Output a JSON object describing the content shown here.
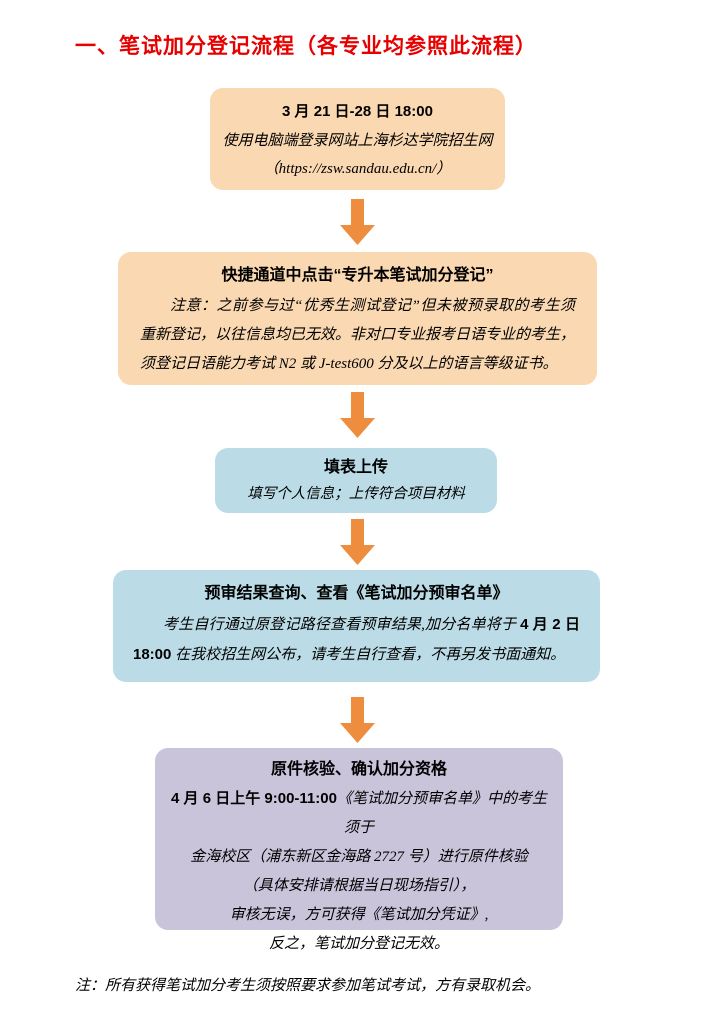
{
  "page": {
    "title": "一、笔试加分登记流程（各专业均参照此流程）",
    "footnote": "注：所有获得笔试加分考生须按照要求参加笔试考试，方有录取机会。"
  },
  "colors": {
    "red": "#e60000",
    "peach": "#fad8b1",
    "blue": "#bbdce6",
    "purple": "#cac4db",
    "arrow": "#ee8d3e",
    "text": "#000000"
  },
  "flow": {
    "step1": {
      "heading": "3 月 21 日-28 日 18:00",
      "line1": "使用电脑端登录网站上海杉达学院招生网",
      "url": "（https://zsw.sandau.edu.cn/）"
    },
    "step2": {
      "heading": "快捷通道中点击“专升本笔试加分登记”",
      "body": "注意：之前参与过“优秀生测试登记”但未被预录取的考生须重新登记，以往信息均已无效。非对口专业报考日语专业的考生，须登记日语能力考试 N2 或 J-test600 分及以上的语言等级证书。"
    },
    "step3": {
      "heading": "填表上传",
      "body": "填写个人信息；上传符合项目材料"
    },
    "step4": {
      "heading": "预审结果查询、查看《笔试加分预审名单》",
      "body_prefix": "考生自行通过原登记路径查看预审结果,加分名单将于 ",
      "body_bold": "4 月 2 日 18:00",
      "body_suffix": " 在我校招生网公布，请考生自行查看，不再另发书面通知。"
    },
    "step5": {
      "heading": "原件核验、确认加分资格",
      "line1_bold": "4 月 6 日上午 9:00-11:00",
      "line1_rest": "《笔试加分预审名单》中的考生须于",
      "line2": "金海校区（浦东新区金海路 2727 号）进行原件核验",
      "line3": "（具体安排请根据当日现场指引），",
      "line4": "审核无误，方可获得《笔试加分凭证》,",
      "line5": "反之，笔试加分登记无效。"
    }
  }
}
